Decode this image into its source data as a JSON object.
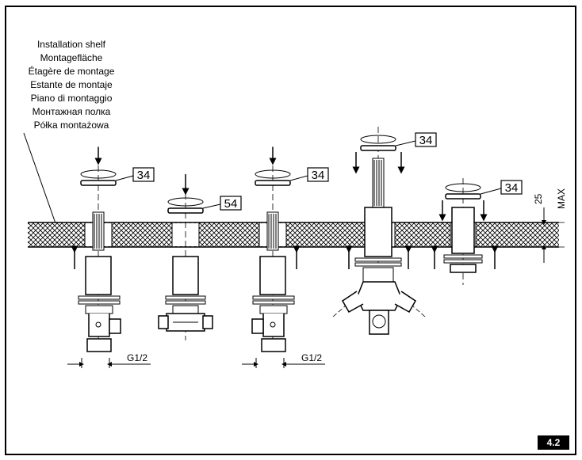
{
  "shelf_labels": [
    "Installation shelf",
    "Montagefläche",
    "Étagère de montage",
    "Estante de montaje",
    "Piano di montaggio",
    "Монтажная полка",
    "Półka montażowa"
  ],
  "callouts": {
    "c1": "34",
    "c2": "54",
    "c3": "34",
    "c4": "34",
    "c5": "34"
  },
  "thread_labels": {
    "left": "G1/2",
    "right": "G1/2"
  },
  "dimension": {
    "value": "25",
    "unit": "MAX"
  },
  "figure_number": "4.2"
}
